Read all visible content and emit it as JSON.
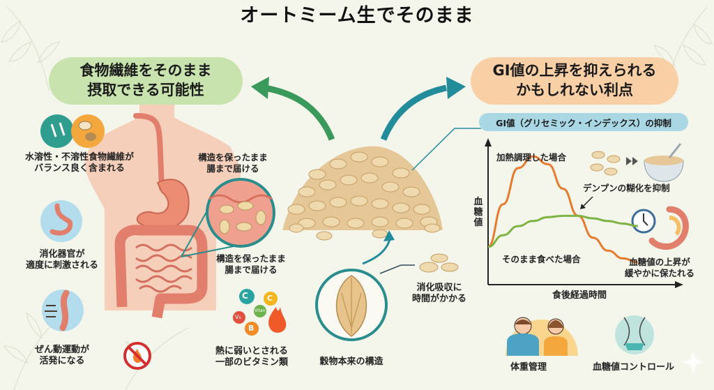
{
  "title": "オートミーム生でそのまま",
  "left_header": {
    "line1": "食物繊維をそのまま",
    "line2": "摂取できる可能性"
  },
  "right_header": {
    "line1": "GI値の上昇を抑えられる",
    "line2": "かもしれない利点"
  },
  "left_benefits": [
    {
      "icon": "arrows-and-oat-icon",
      "line1": "水溶性・不溶性食物繊維が",
      "line2": "バランス良く含まれる"
    },
    {
      "icon": "stomach-icon",
      "line1": "消化器官が",
      "line2": "適度に刺激される"
    },
    {
      "icon": "peristalsis-icon",
      "line1": "ぜん動運動が",
      "line2": "活発になる"
    }
  ],
  "intestine_callouts": [
    {
      "line1": "構造を保ったまま",
      "line2": "腸まで届ける"
    },
    {
      "line1": "構造を保ったまま",
      "line2": "腸まで届ける"
    }
  ],
  "vitamins": {
    "line1": "熱に弱いとされる",
    "line2": "一部のビタミン類",
    "badges": [
      "C",
      "C",
      "Vitan",
      "V₆",
      "B"
    ]
  },
  "grain": {
    "label": "穀物本来の構造",
    "callout_line1": "消化吸収に",
    "callout_line2": "時間がかかる"
  },
  "gi_tag": "GI値（グリセミック・インデックス）の抑制",
  "chart_data": {
    "type": "line",
    "title": "GI値（グリセミック・インデックス）の抑制",
    "xlabel": "食後経過時間",
    "ylabel": "血糖値",
    "x": [
      0,
      1,
      2,
      3,
      4,
      5,
      6,
      7,
      8,
      9,
      10
    ],
    "xlim": [
      0,
      10
    ],
    "ylim": [
      0,
      10
    ],
    "grid": false,
    "series": [
      {
        "name": "加熱調理した場合",
        "color": "#e87a2e",
        "values": [
          2.5,
          5.8,
          8.6,
          9.5,
          8.9,
          7.0,
          4.9,
          3.2,
          2.2,
          1.6,
          1.3
        ]
      },
      {
        "name": "そのまま食べた場合",
        "color": "#7db342",
        "values": [
          2.5,
          3.4,
          4.1,
          4.5,
          4.8,
          4.9,
          4.9,
          4.7,
          4.5,
          4.3,
          4.1
        ]
      }
    ],
    "annotations": [
      "デンプンの糊化を抑制",
      "血糖値の上昇が 緩やかに保たれる"
    ]
  },
  "chart_labels": {
    "heated": "加熱調理した場合",
    "raw": "そのまま食べた場合",
    "starch": "デンプンの糊化を抑制",
    "slow_line1": "血糖値の上昇が",
    "slow_line2": "緩やかに保たれる",
    "ylabel": "血糖値",
    "xlabel": "食後経過時間"
  },
  "bottom_right": [
    {
      "icon": "couple-icon",
      "label": "体重管理"
    },
    {
      "icon": "waist-icon",
      "label": "血糖値コントロール"
    }
  ],
  "colors": {
    "background": "#f4f6ec",
    "green_pill": "#c8e3ad",
    "orange_pill": "#f9cfa6",
    "blue_tag": "#a9d8e4",
    "green_arrow": "#3a9a5c",
    "teal_arrow": "#238c9b",
    "heated_line": "#e87a2e",
    "raw_line": "#7db342",
    "body": "#f6cfbb",
    "organ": "#ea8f7e"
  }
}
